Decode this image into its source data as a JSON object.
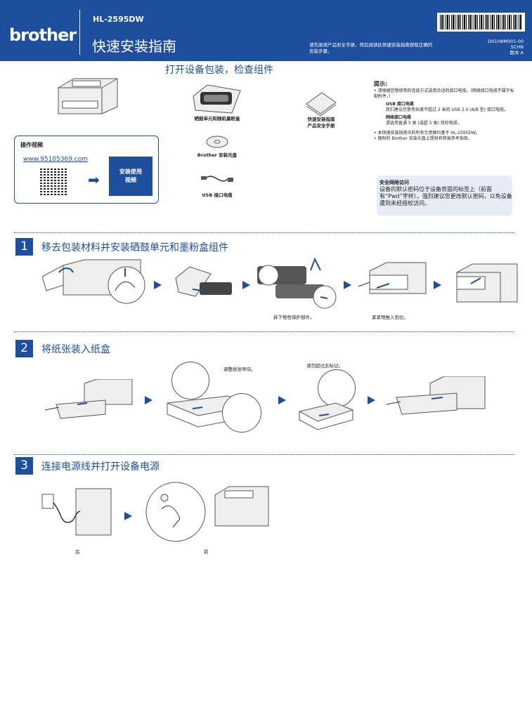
{
  "header": {
    "logo": "brother",
    "model": "HL-2595DW",
    "title": "快速安装指南",
    "note": "请先阅读产品安全手册，然后阅读此快速安装指南获取正确的安装步骤。",
    "doc_code": "D01H8M001-00",
    "lang": "SCHN",
    "version": "版本 A"
  },
  "unpack": {
    "title": "打开设备包装，检查组件",
    "items": {
      "drum": "硒鼓单元和随机墨粉盒",
      "guide": "快速安装指南\n产品安全手册",
      "cd": "Brother 安装光盘",
      "usb": "USB 接口电缆"
    }
  },
  "video": {
    "title": "操作视频",
    "link": "www.95105369.com",
    "button": "安装使用\n视频"
  },
  "hints": {
    "title": "提示:",
    "b1": "• 请根据您想使用的连接方式选用合适的接口电缆。(网络接口电缆不属于标配附件。)",
    "usb_title": "USB 接口电缆",
    "usb_text": "我们建议您使用长度不超过 2 米的 USB 2.0 (A/B 型) 接口电缆。",
    "net_title": "网络接口电缆",
    "net_text": "请选用直通 5 类 (或超 5 类) 双绞电缆。",
    "b2": "• 本快速安装指南中的所有示意图均基于 HL-2595DW。",
    "b3": "• 随附的 Brother 安装光盘上提供有简易参考指南。"
  },
  "security": {
    "title": "安全网络访问",
    "text": "设备的默认密码位于设备背面的标签上（前面有“Pwd”字样）。强烈建议您更改默认密码，以免设备遭到未经授权访问。"
  },
  "steps": [
    {
      "num": "1",
      "title": "移去包装材料并安装硒鼓单元和墨粉盒组件",
      "note1": "拆下橙色保护部件。",
      "note2": "紧紧地推入到位。"
    },
    {
      "num": "2",
      "title": "将纸张装入纸盒",
      "note1": "调整纸张导块。",
      "note2": "请勿超过此标记。"
    },
    {
      "num": "3",
      "title": "连接电源线并打开设备电源",
      "note1": "后",
      "note2": "前"
    }
  ],
  "colors": {
    "brand": "#1d4f9e",
    "panel": "#e8ecf6"
  }
}
